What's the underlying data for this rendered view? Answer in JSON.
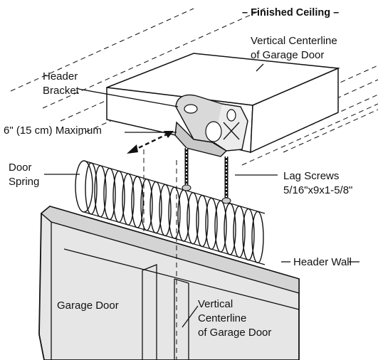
{
  "labels": {
    "finished_ceiling": "– Finished Ceiling –",
    "vertical_centerline_top_1": "Vertical Centerline",
    "vertical_centerline_top_2": "of Garage Door",
    "header_bracket_1": "Header",
    "header_bracket_2": "Bracket",
    "max_distance": "6\" (15 cm) Maximum",
    "door_spring_1": "Door",
    "door_spring_2": "Spring",
    "lag_screws_1": "Lag Screws",
    "lag_screws_2": "5/16\"x9x1-5/8\"",
    "header_wall": "Header Wall",
    "garage_door": "Garage Door",
    "vertical_centerline_bottom_1": "Vertical",
    "vertical_centerline_bottom_2": "Centerline",
    "vertical_centerline_bottom_3": "of Garage Door"
  }
}
